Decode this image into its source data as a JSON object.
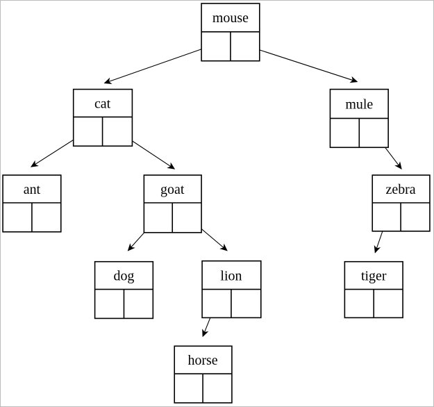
{
  "page": {
    "background_color": "#ffffff",
    "border_color": "#bdbdbd",
    "line_color": "#000000"
  },
  "diagram": {
    "type": "binary-tree",
    "title": "",
    "nodes": {
      "mouse": {
        "label": "mouse"
      },
      "cat": {
        "label": "cat"
      },
      "mule": {
        "label": "mule"
      },
      "ant": {
        "label": "ant"
      },
      "goat": {
        "label": "goat"
      },
      "zebra": {
        "label": "zebra"
      },
      "dog": {
        "label": "dog"
      },
      "lion": {
        "label": "lion"
      },
      "tiger": {
        "label": "tiger"
      },
      "horse": {
        "label": "horse"
      }
    },
    "edges": [
      {
        "from": "mouse",
        "pointer": "left",
        "to": "cat"
      },
      {
        "from": "mouse",
        "pointer": "right",
        "to": "mule"
      },
      {
        "from": "cat",
        "pointer": "left",
        "to": "ant"
      },
      {
        "from": "cat",
        "pointer": "right",
        "to": "goat"
      },
      {
        "from": "goat",
        "pointer": "left",
        "to": "dog"
      },
      {
        "from": "goat",
        "pointer": "right",
        "to": "lion"
      },
      {
        "from": "lion",
        "pointer": "left",
        "to": "horse"
      },
      {
        "from": "mule",
        "pointer": "right",
        "to": "zebra"
      },
      {
        "from": "zebra",
        "pointer": "left",
        "to": "tiger"
      }
    ]
  }
}
